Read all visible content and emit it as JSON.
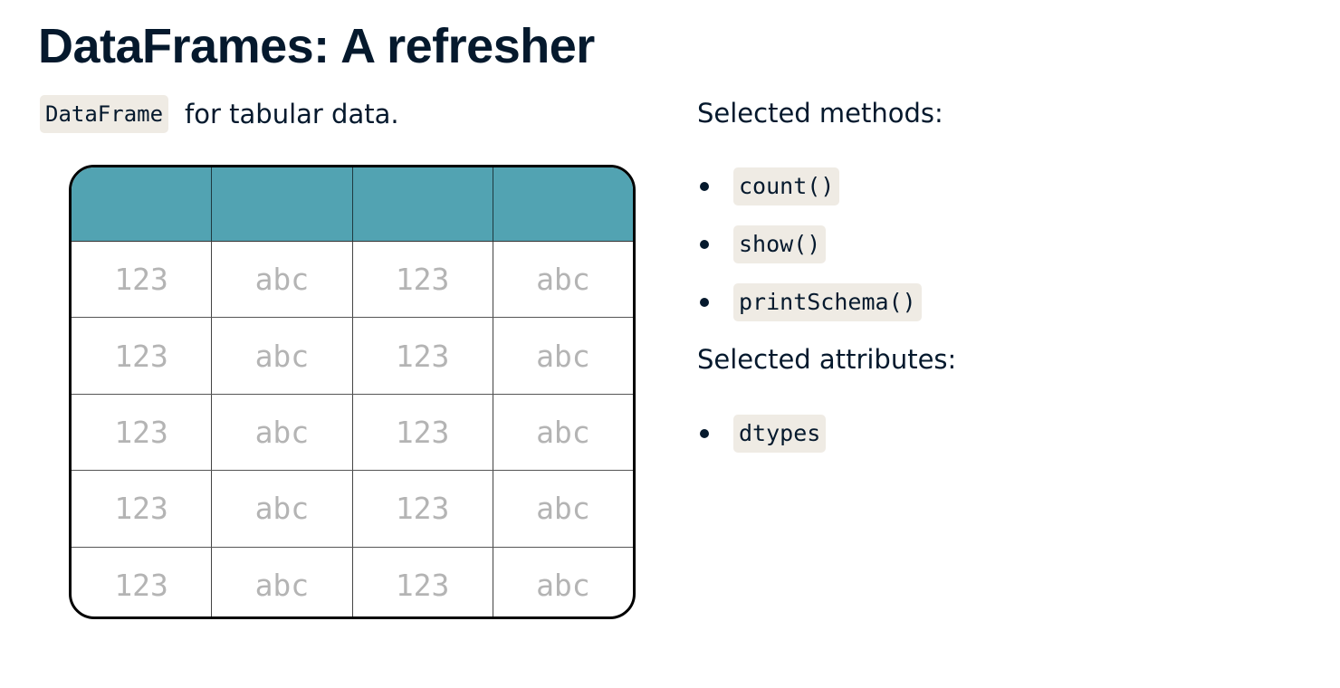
{
  "title": "DataFrames: A refresher",
  "intro": {
    "code": "DataFrame",
    "text": "for tabular data."
  },
  "table": {
    "rows": [
      [
        "123",
        "abc",
        "123",
        "abc"
      ],
      [
        "123",
        "abc",
        "123",
        "abc"
      ],
      [
        "123",
        "abc",
        "123",
        "abc"
      ],
      [
        "123",
        "abc",
        "123",
        "abc"
      ],
      [
        "123",
        "abc",
        "123",
        "abc"
      ]
    ]
  },
  "methods": {
    "heading": "Selected methods:",
    "items": [
      "count()",
      "show()",
      "printSchema()"
    ]
  },
  "attributes": {
    "heading": "Selected attributes:",
    "items": [
      "dtypes"
    ]
  },
  "colors": {
    "header_teal": "#52a3b2",
    "code_bg": "#efebe4",
    "text": "#05192d"
  }
}
